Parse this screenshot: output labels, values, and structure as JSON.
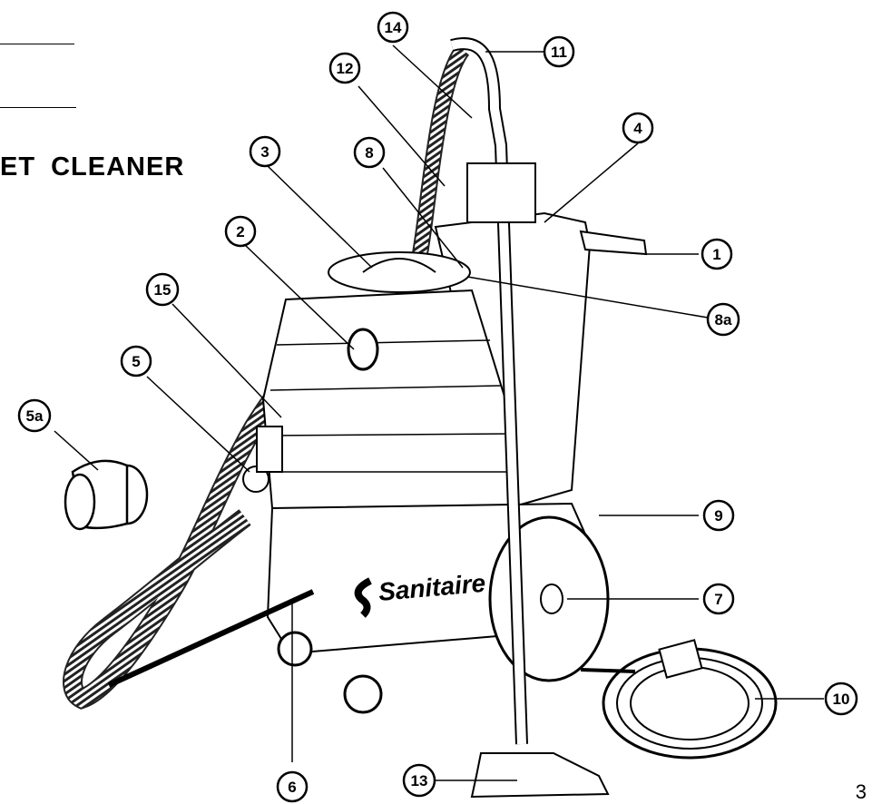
{
  "page": {
    "heading": "ET  CLEANER",
    "page_number": "3"
  },
  "diagram": {
    "brand_logo_text": "Sanitaire",
    "callouts": [
      "14",
      "11",
      "12",
      "3",
      "8",
      "4",
      "2",
      "1",
      "15",
      "8a",
      "5",
      "5a",
      "9",
      "7",
      "10",
      "6",
      "13"
    ]
  }
}
